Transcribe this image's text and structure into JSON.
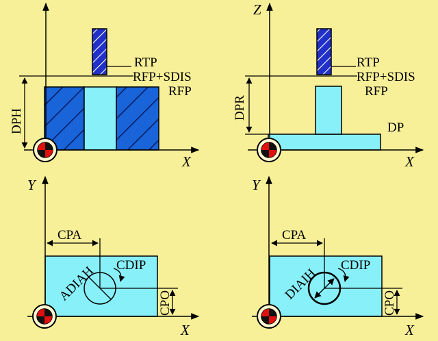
{
  "colors": {
    "background": "#f8f098",
    "workpiece_light": "#88f0f8",
    "workpiece_dark": "#1864d8",
    "tool": "#2030c8",
    "origin_red": "#e01010"
  },
  "panels": {
    "pocket_side": {
      "labels": {
        "rtp": "RTP",
        "rfp_sdis": "RFP+SDIS",
        "rfp": "RFP",
        "dph": "DPH"
      },
      "axes": {
        "x": "X"
      }
    },
    "spigot_side": {
      "labels": {
        "rtp": "RTP",
        "rfp_sdis": "RFP+SDIS",
        "rfp": "RFP",
        "dpr": "DPR",
        "dp": "DP"
      },
      "axes": {
        "z": "Z",
        "x": "X"
      }
    },
    "pocket_top": {
      "labels": {
        "cpa": "CPA",
        "cdip": "CDIP",
        "cpo": "CPO",
        "adiah": "ADIAH"
      },
      "axes": {
        "y": "Y",
        "x": "X"
      }
    },
    "spigot_top": {
      "labels": {
        "cpa": "CPA",
        "cdip": "CDIP",
        "cpo": "CPO",
        "diaih": "DIAIH"
      },
      "axes": {
        "y": "Y",
        "x": "X"
      }
    }
  }
}
